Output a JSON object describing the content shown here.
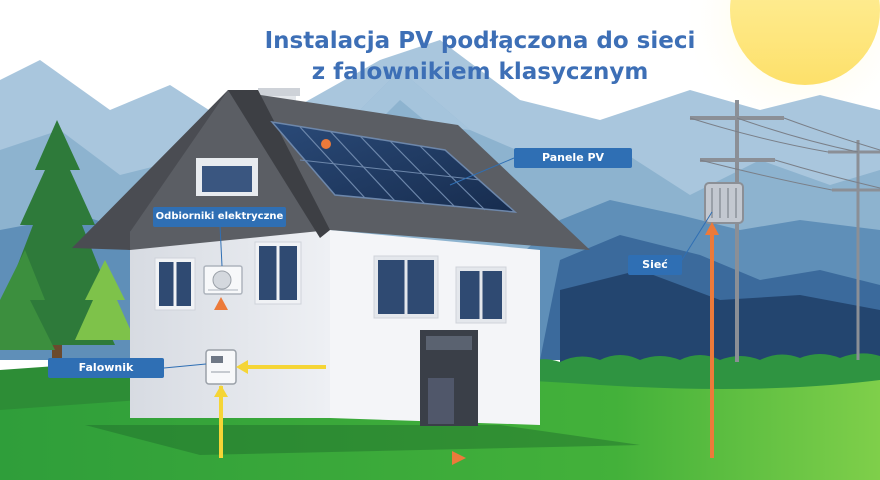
{
  "title": {
    "line1": "Instalacja PV podłączona do sieci",
    "line2": "z falownikiem klasycznym"
  },
  "labels": {
    "panels": "Panele PV",
    "appliances": "Odbiorniki elektryczne",
    "inverter": "Falownik",
    "grid": "Sieć"
  },
  "colors": {
    "title": "#3d6fb6",
    "callout": "#2f6fb4",
    "flow_yellow": "#f5d536",
    "flow_orange": "#ec7a3a",
    "sky": "#ffffff",
    "grass": "#3fae3a"
  }
}
